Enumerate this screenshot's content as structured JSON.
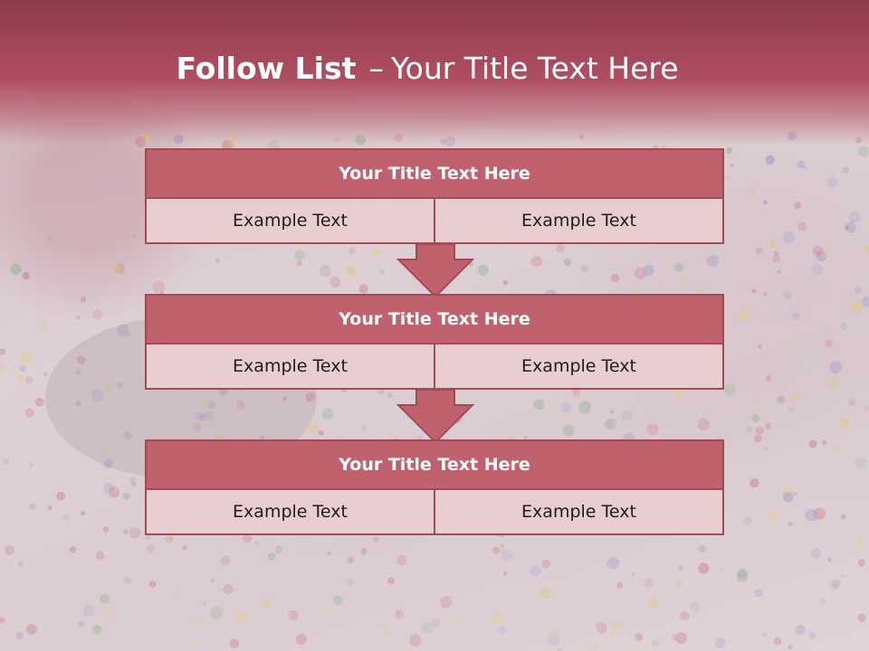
{
  "slide": {
    "title_bold": "Follow List",
    "title_dash": "–",
    "title_rest": "Your Title Text Here"
  },
  "blocks": [
    {
      "title": "Your Title Text Here",
      "left": "Example Text",
      "right": "Example Text"
    },
    {
      "title": "Your Title Text Here",
      "left": "Example Text",
      "right": "Example Text"
    },
    {
      "title": "Your Title Text Here",
      "left": "Example Text",
      "right": "Example Text"
    }
  ],
  "colors": {
    "header": "#b04f61",
    "box_fill": "#c0626e",
    "box_border": "#a24a58",
    "cell_fill": "#e8cdd1",
    "arrow_fill": "#c0626e"
  },
  "icons": {
    "connector": "down-arrow-icon"
  }
}
